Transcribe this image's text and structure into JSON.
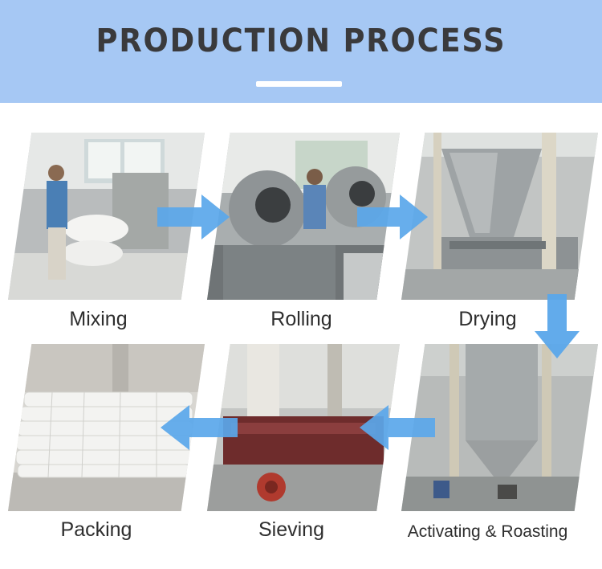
{
  "header": {
    "title": "PRODUCTION PROCESS"
  },
  "steps": [
    {
      "label": "Mixing"
    },
    {
      "label": "Rolling"
    },
    {
      "label": "Drying"
    },
    {
      "label": "Packing"
    },
    {
      "label": "Sieving"
    },
    {
      "label": "Activating & Roasting"
    }
  ],
  "colors": {
    "header_bg": "#a6c8f4",
    "arrow": "#5aa7ea",
    "title": "#3a3a3c"
  },
  "icons": {
    "flow_arrow": "arrow-icon"
  }
}
